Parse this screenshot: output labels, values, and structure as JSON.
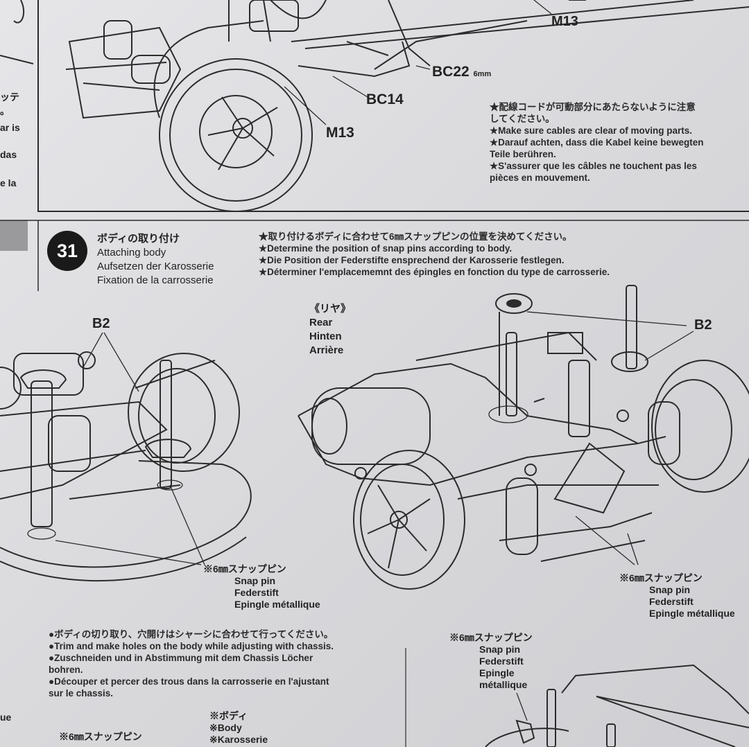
{
  "top_fragment": {
    "line1": "ッテ",
    "line2": "。",
    "line3": "ar is",
    "line4": "das",
    "line5": "e la"
  },
  "top_panel": {
    "m13_a": "M13",
    "bc22": "BC22",
    "bc22_size": "6mm",
    "bc14": "BC14",
    "m13_b": "M13",
    "cable_notes": [
      "★配線コードが可動部分にあたらないように注意",
      "してください。",
      "★Make sure cables are clear of moving parts.",
      "★Darauf achten, dass die Kabel keine bewegten",
      "Teile berühren.",
      "★S'assurer que les câbles ne touchent pas les",
      "pièces en mouvement."
    ]
  },
  "step31": {
    "number": "31",
    "title_jp": "ボディの取り付け",
    "title_en": "Attaching body",
    "title_de": "Aufsetzen der Karosserie",
    "title_fr": "Fixation de la carrosserie",
    "notes": [
      "★取り付けるボディに合わせて6㎜スナップピンの位置を決めてください。",
      "★Determine the position of snap pins according to body.",
      "★Die Position der Federstifte ensprechend der Karosserie festlegen.",
      "★Déterminer l'emplacememnt des épingles en fonction du type de carrosserie."
    ],
    "rear_jp": "《リヤ》",
    "rear_en": "Rear",
    "rear_de": "Hinten",
    "rear_fr": "Arrière",
    "b2_left": "B2",
    "b2_right": "B2",
    "snap_left": {
      "jp": "※6㎜スナップピン",
      "en": "Snap pin",
      "de": "Federstift",
      "fr": "Epingle métallique"
    },
    "snap_right": {
      "jp": "※6㎜スナップピン",
      "en": "Snap pin",
      "de": "Federstift",
      "fr": "Epingle métallique"
    },
    "trim_notes": [
      "●ボディの切り取り、穴開けはシャーシに合わせて行ってください。",
      "●Trim and make holes on the body while adjusting with chassis.",
      "●Zuschneiden und in Abstimmung mit dem Chassis Löcher",
      "bohren.",
      "●Découper et percer des trous dans la carrosserie en l'ajustant",
      "sur le chassis."
    ],
    "snap_bottom": {
      "jp": "※6㎜スナップピン",
      "en": "Snap pin",
      "de": "Federstift",
      "fr1": "Epingle",
      "fr2": "métallique"
    },
    "body_label": {
      "jp": "※ボディ",
      "en": "※Body",
      "de": "※Karosserie"
    },
    "snap_bottom_left": "※6㎜スナップピン",
    "fragment_ue": "ue"
  }
}
